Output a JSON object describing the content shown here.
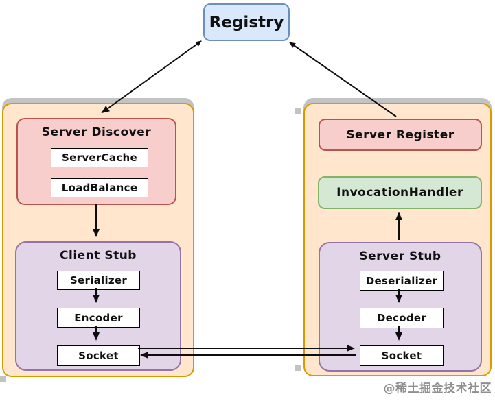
{
  "registry": {
    "label": "Registry"
  },
  "left": {
    "discover": {
      "title": "Server Discover",
      "items": [
        "ServerCache",
        "LoadBalance"
      ]
    },
    "stub": {
      "title": "Client Stub",
      "items": [
        "Serializer",
        "Encoder",
        "Socket"
      ]
    }
  },
  "right": {
    "register": {
      "title": "Server Register"
    },
    "handler": {
      "title": "InvocationHandler"
    },
    "stub": {
      "title": "Server Stub",
      "items": [
        "Deserializer",
        "Decoder",
        "Socket"
      ]
    }
  },
  "edges": [
    {
      "from": "Registry",
      "to": "Server Discover",
      "style": "double-headed-arrow"
    },
    {
      "from": "Server Register",
      "to": "Registry",
      "style": "arrow"
    },
    {
      "from": "Server Discover",
      "to": "Client Stub",
      "style": "arrow"
    },
    {
      "from": "Serializer",
      "to": "Encoder",
      "style": "arrow"
    },
    {
      "from": "Encoder",
      "to": "Socket (client)",
      "style": "arrow"
    },
    {
      "from": "Socket (client)",
      "to": "Socket (server)",
      "style": "arrow"
    },
    {
      "from": "Socket (server)",
      "to": "Socket (client)",
      "style": "arrow"
    },
    {
      "from": "Deserializer",
      "to": "Decoder",
      "style": "arrow"
    },
    {
      "from": "Decoder",
      "to": "Socket (server)",
      "style": "arrow"
    },
    {
      "from": "Server Stub",
      "to": "InvocationHandler",
      "style": "arrow"
    }
  ],
  "watermark": "@稀土掘金技术社区",
  "palette": {
    "registry_fill": "#dae8fc",
    "registry_stroke": "#6c8ebf",
    "container_fill": "#ffe6cc",
    "container_stroke": "#d79b00",
    "pink_fill": "#f8cecc",
    "pink_stroke": "#b85450",
    "purple_fill": "#e1d5e7",
    "purple_stroke": "#9673a6",
    "green_fill": "#d5e8d4",
    "green_stroke": "#82b366",
    "box_fill": "#ffffff",
    "box_stroke": "#000000",
    "arrow": "#0d0d0d",
    "shadow": "#c3c3c3"
  }
}
